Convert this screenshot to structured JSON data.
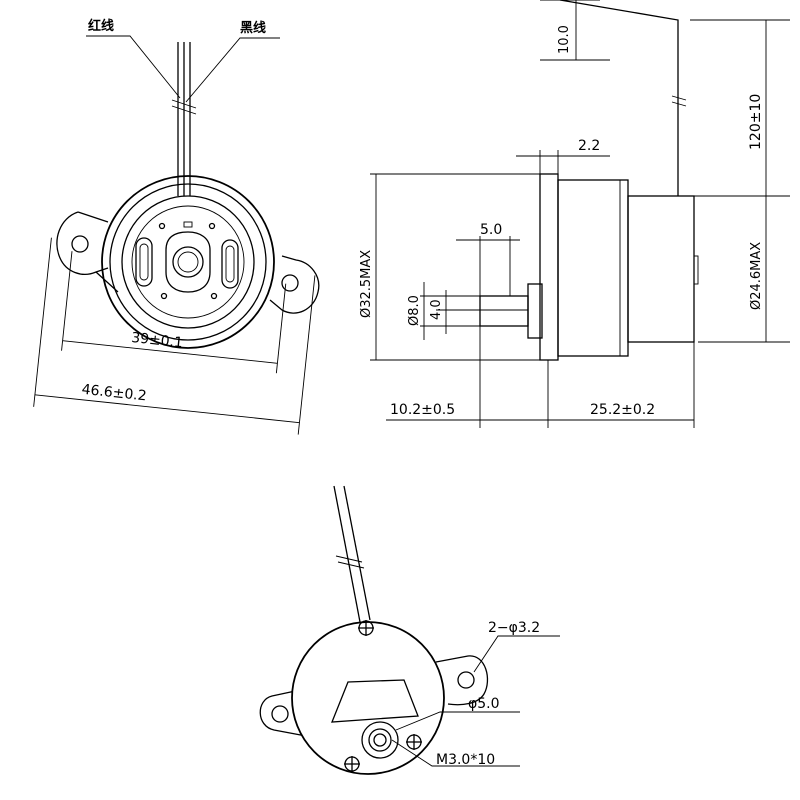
{
  "top_view": {
    "wire_labels": {
      "red": "红线",
      "black": "黑线"
    },
    "dims": {
      "hole_pitch": "39±0.1",
      "overall_width": "46.6±0.2"
    }
  },
  "side_view": {
    "dims": {
      "wire_strip": "10.0",
      "wire_length": "120±10",
      "flange_thickness": "2.2",
      "shaft_length": "5.0",
      "body_diameter": "Ø32.5MAX",
      "shaft_diameter": "Ø8.0",
      "shaft_flat": "4.0",
      "can_diameter": "Ø24.6MAX",
      "shaft_to_flange": "10.2±0.5",
      "can_length": "25.2±0.2"
    }
  },
  "bottom_view": {
    "callouts": {
      "mount_holes": "2−φ3.2",
      "boss": "φ5.0",
      "screw": "M3.0*10"
    }
  }
}
